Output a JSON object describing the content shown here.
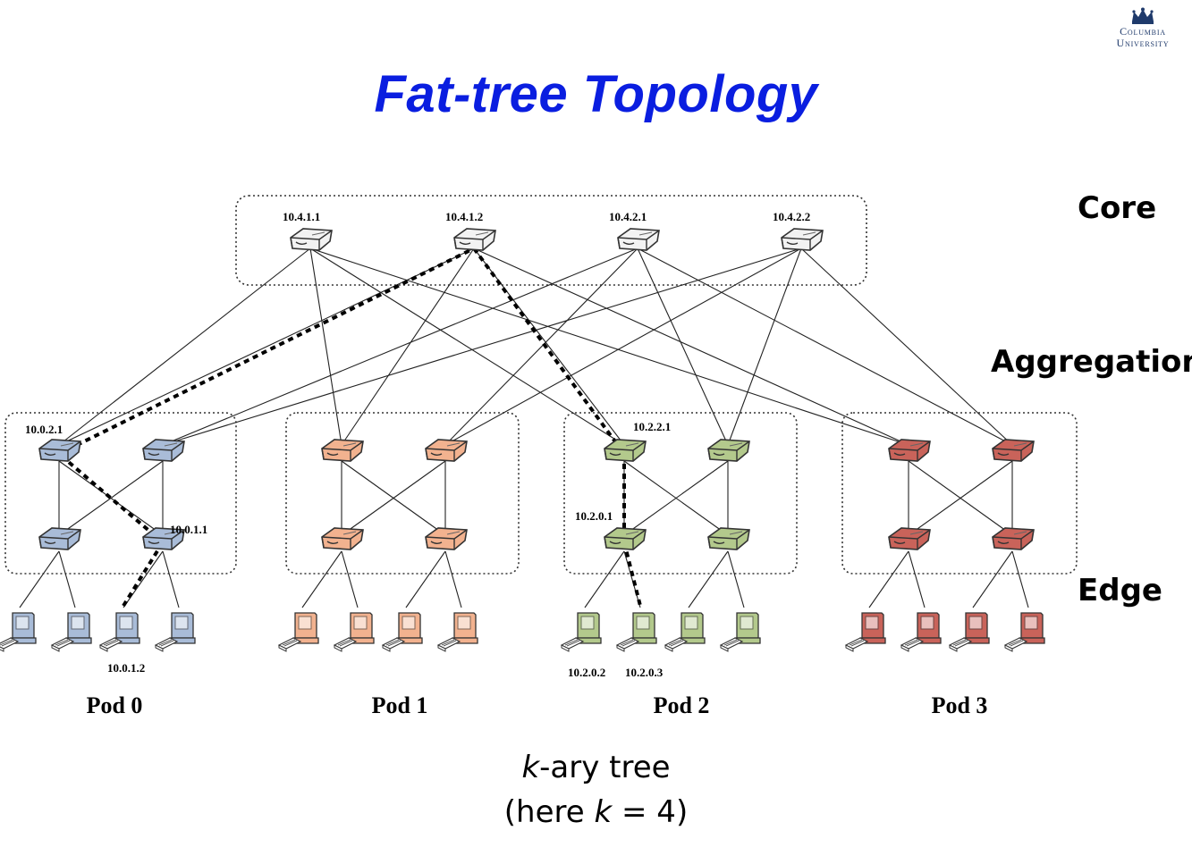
{
  "title": "Fat-tree Topology",
  "logo": {
    "line1": "Columbia",
    "line2": "University"
  },
  "layers": {
    "core": "Core",
    "aggregation": "Aggregation",
    "edge": "Edge"
  },
  "caption": {
    "k_var": "k",
    "line1_rest": "-ary tree",
    "line2_pre": "(here ",
    "line2_var": "k",
    "line2_post": " = 4)"
  },
  "colors": {
    "title": "#0a1ee0",
    "core": "#f2f2f2",
    "pods": [
      "#a9bcd8",
      "#f2b28f",
      "#b3c98c",
      "#c9635a"
    ]
  },
  "diagram": {
    "core_switches": [
      {
        "label": "10.4.1.1"
      },
      {
        "label": "10.4.1.2"
      },
      {
        "label": "10.4.2.1"
      },
      {
        "label": "10.4.2.2"
      }
    ],
    "pods": [
      {
        "label": "Pod 0",
        "color_index": 0
      },
      {
        "label": "Pod 1",
        "color_index": 1
      },
      {
        "label": "Pod 2",
        "color_index": 2
      },
      {
        "label": "Pod 3",
        "color_index": 3
      }
    ],
    "annotations": [
      {
        "text": "10.0.2.1"
      },
      {
        "text": "10.0.1.1"
      },
      {
        "text": "10.0.1.2"
      },
      {
        "text": "10.2.2.1"
      },
      {
        "text": "10.2.0.1"
      },
      {
        "text": "10.2.0.2"
      },
      {
        "text": "10.2.0.3"
      }
    ],
    "highlighted_path": [
      "10.0.1.2",
      "10.0.1.1",
      "10.0.2.1",
      "10.4.1.2",
      "10.2.2.1",
      "10.2.0.1",
      "10.2.0.3"
    ]
  }
}
